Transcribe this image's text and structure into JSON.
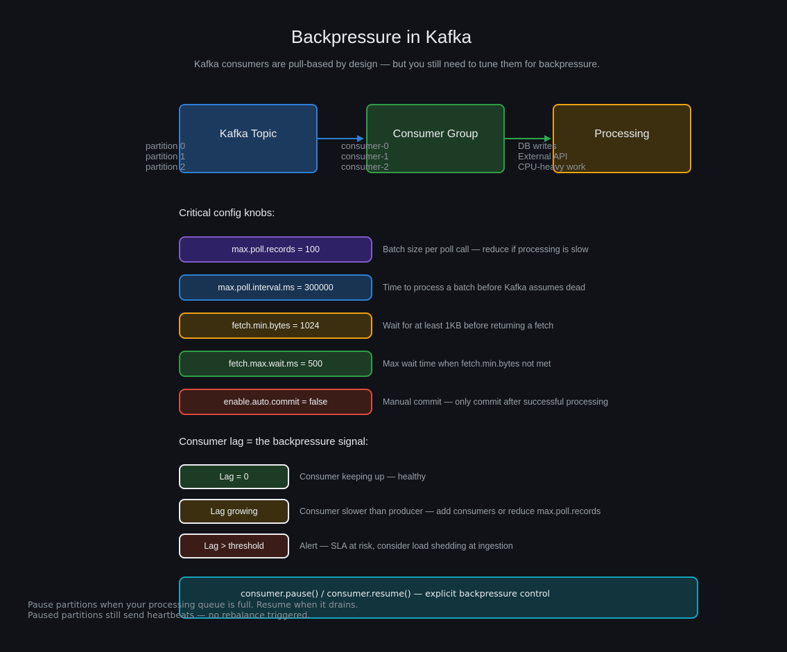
{
  "title": "Backpressure in Kafka",
  "subtitle": "Kafka consumers are pull-based by design — but you still need to tune them for backpressure.",
  "colors": {
    "background": "#101218",
    "title_text": "#e9ebee",
    "muted_text": "#9aa0a6",
    "sublabel_text": "#8b9199",
    "blue_border": "#2f7fd6",
    "blue_fill": "#1c3a5e",
    "green_border": "#2f9e48",
    "green_fill": "#1d3c25",
    "orange_border": "#eda014",
    "orange_fill": "#3b2f10",
    "purple_border": "#7d5cc6",
    "purple_fill": "#2e2166",
    "red_border": "#dd4b42",
    "red_fill": "#3b1c17",
    "teal_border": "#17a2bd",
    "teal_fill": "#11343d",
    "arrow_blue": "#2f7fd6",
    "arrow_green": "#2fa84e"
  },
  "pipeline": {
    "nodes": [
      {
        "label": "Kafka Topic",
        "sublabels": [
          "partition 0",
          "partition 1",
          "partition 2"
        ]
      },
      {
        "label": "Consumer Group",
        "sublabels": [
          "consumer-0",
          "consumer-1",
          "consumer-2"
        ]
      },
      {
        "label": "Processing",
        "sublabels": [
          "DB writes",
          "External API",
          "CPU-heavy work"
        ]
      }
    ]
  },
  "config_section": {
    "heading": "Critical config knobs:",
    "items": [
      {
        "label": "max.poll.records = 100",
        "desc": "Batch size per poll call — reduce if processing is slow"
      },
      {
        "label": "max.poll.interval.ms = 300000",
        "desc": "Time to process a batch before Kafka assumes dead"
      },
      {
        "label": "fetch.min.bytes = 1024",
        "desc": "Wait for at least 1KB before returning a fetch"
      },
      {
        "label": "fetch.max.wait.ms = 500",
        "desc": "Max wait time when fetch.min.bytes not met"
      },
      {
        "label": "enable.auto.commit = false",
        "desc": "Manual commit — only commit after successful processing"
      }
    ]
  },
  "lag_section": {
    "heading": "Consumer lag = the backpressure signal:",
    "items": [
      {
        "label": "Lag = 0",
        "desc": "Consumer keeping up — healthy"
      },
      {
        "label": "Lag growing",
        "desc": "Consumer slower than producer — add consumers or reduce max.poll.records"
      },
      {
        "label": "Lag > threshold",
        "desc": "Alert — SLA at risk, consider load shedding at ingestion"
      }
    ]
  },
  "pause_callout": {
    "title": "consumer.pause() / consumer.resume() — explicit backpressure control",
    "line1": "Pause partitions when your processing queue is full. Resume when it drains.",
    "line2": "Paused partitions still send heartbeats — no rebalance triggered."
  }
}
